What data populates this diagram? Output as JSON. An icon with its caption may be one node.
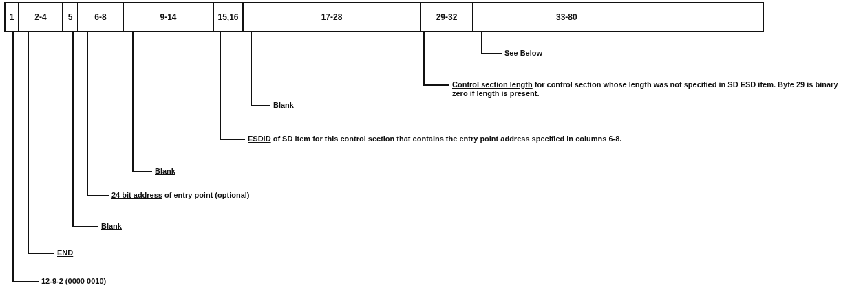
{
  "diagram": {
    "nodes": [
      {
        "text": [
          "1"
        ]
      },
      {
        "text": [
          "2-4"
        ]
      },
      {
        "text": [
          "5"
        ]
      },
      {
        "text": [
          "6-8"
        ]
      },
      {
        "text": [
          "9-14"
        ]
      },
      {
        "text": [
          "15,16"
        ]
      },
      {
        "text": [
          "17-28"
        ]
      },
      {
        "text": [
          "29-32"
        ]
      },
      {
        "text": [
          "33-80"
        ]
      },
      {
        "text": [
          "See Below"
        ]
      },
      {
        "text": [
          "Control section length",
          "for control section whose length was not specified in SD ESD item.  Byte 29 is binary zero if length is present."
        ]
      },
      {
        "text": [
          "Blank"
        ]
      },
      {
        "text": [
          "ESDID",
          "of SD item for this control section that contains the entry point address specified in columns 6-8."
        ]
      },
      {
        "text": [
          "Blank"
        ]
      },
      {
        "text": [
          "24 bit address",
          "of entry point (optional)"
        ]
      },
      {
        "text": [
          "Blank"
        ]
      },
      {
        "text": [
          "END"
        ]
      },
      {
        "text": [
          "12-9-2 (0000 0010)"
        ]
      }
    ],
    "edges": [
      {
        "from": 8,
        "to": 9,
        "arrow": "none"
      },
      {
        "from": 7,
        "to": 10,
        "arrow": "none"
      },
      {
        "from": 6,
        "to": 11,
        "arrow": "none"
      },
      {
        "from": 5,
        "to": 12,
        "arrow": "none"
      },
      {
        "from": 4,
        "to": 13,
        "arrow": "none"
      },
      {
        "from": 3,
        "to": 14,
        "arrow": "none"
      },
      {
        "from": 2,
        "to": 15,
        "arrow": "none"
      },
      {
        "from": 1,
        "to": 16,
        "arrow": "none"
      },
      {
        "from": 0,
        "to": 17,
        "arrow": "none"
      }
    ]
  }
}
